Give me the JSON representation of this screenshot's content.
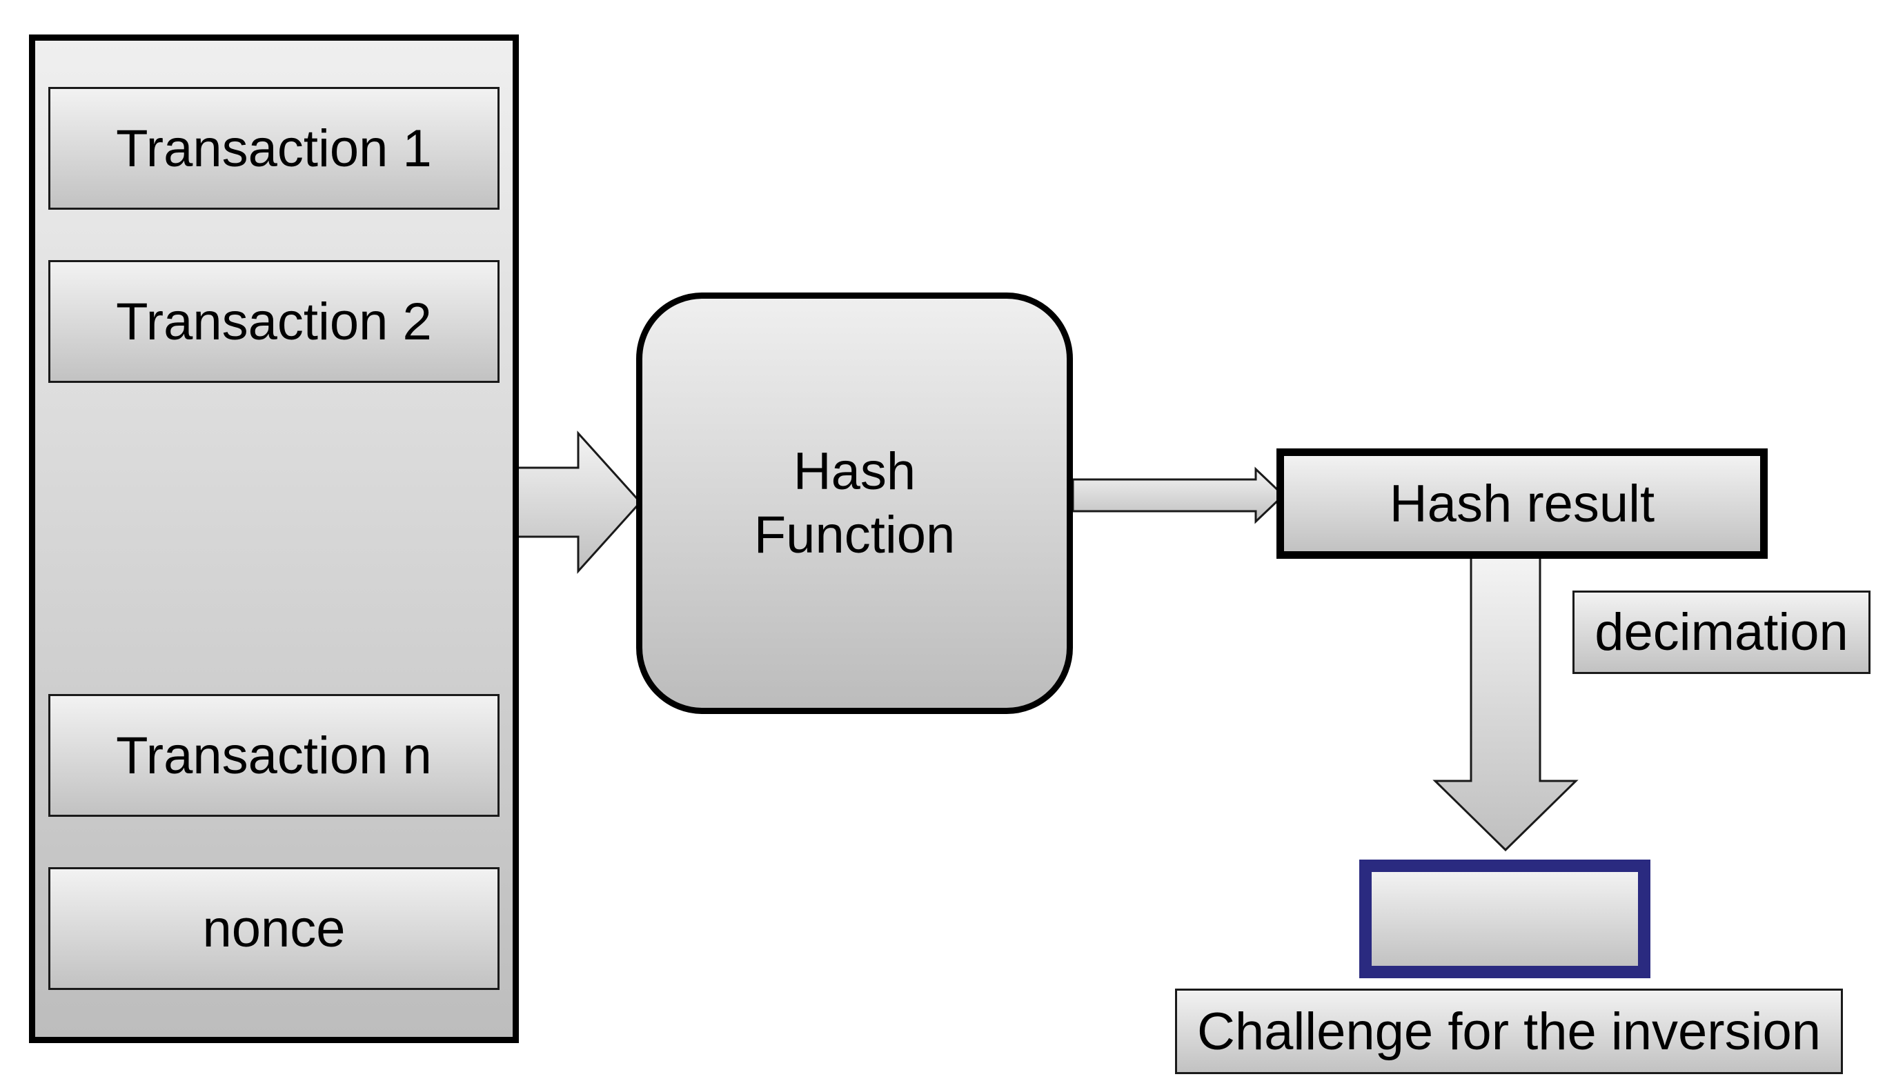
{
  "block": {
    "items": [
      {
        "label": "Transaction 1"
      },
      {
        "label": "Transaction 2"
      },
      {
        "label": "Transaction n"
      },
      {
        "label": "nonce"
      }
    ]
  },
  "hash_function": {
    "line1": "Hash",
    "line2": "Function"
  },
  "hash_result": {
    "label": "Hash result"
  },
  "decimation": {
    "label": "decimation"
  },
  "challenge": {
    "label": "Challenge for the inversion"
  },
  "colors": {
    "challenge_slot_border": "#2a2a80",
    "box_fill_top": "#f2f2f2",
    "box_fill_bottom": "#c2c2c2"
  }
}
